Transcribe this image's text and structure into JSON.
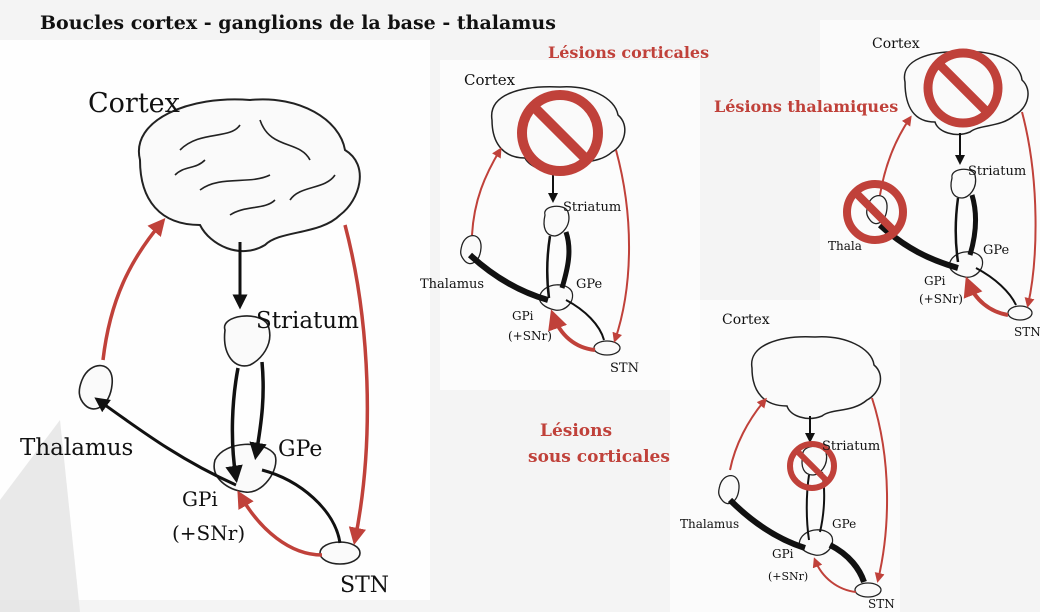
{
  "title": "Boucles cortex - ganglions de la base - thalamus",
  "colors": {
    "lesion": "#c0413a",
    "pathway": "#111111",
    "background": "#f4f4f4"
  },
  "main_diagram": {
    "cortex": "Cortex",
    "striatum": "Striatum",
    "thalamus": "Thalamus",
    "gpe": "GPe",
    "gpi": "GPi",
    "snr": "(+SNr)",
    "stn": "STN"
  },
  "cortical_lesions": {
    "heading": "Lésions corticales",
    "cortex": "Cortex",
    "striatum": "Striatum",
    "thalamus": "Thalamus",
    "gpe": "GPe",
    "gpi": "GPi",
    "snr": "(+SNr)",
    "stn": "STN"
  },
  "thalamic_lesions": {
    "heading": "Lésions thalamiques",
    "cortex": "Cortex",
    "striatum": "Striatum",
    "thalamus": "Thala",
    "gpe": "GPe",
    "gpi": "GPi",
    "snr": "(+SNr)",
    "stn": "STN"
  },
  "subcortical_lesions": {
    "heading_line1": "Lésions",
    "heading_line2": "sous corticales",
    "cortex": "Cortex",
    "striatum": "Striatum",
    "thalamus": "Thalamus",
    "gpe": "GPe",
    "gpi": "GPi",
    "snr": "(+SNr)",
    "stn": "STN"
  }
}
